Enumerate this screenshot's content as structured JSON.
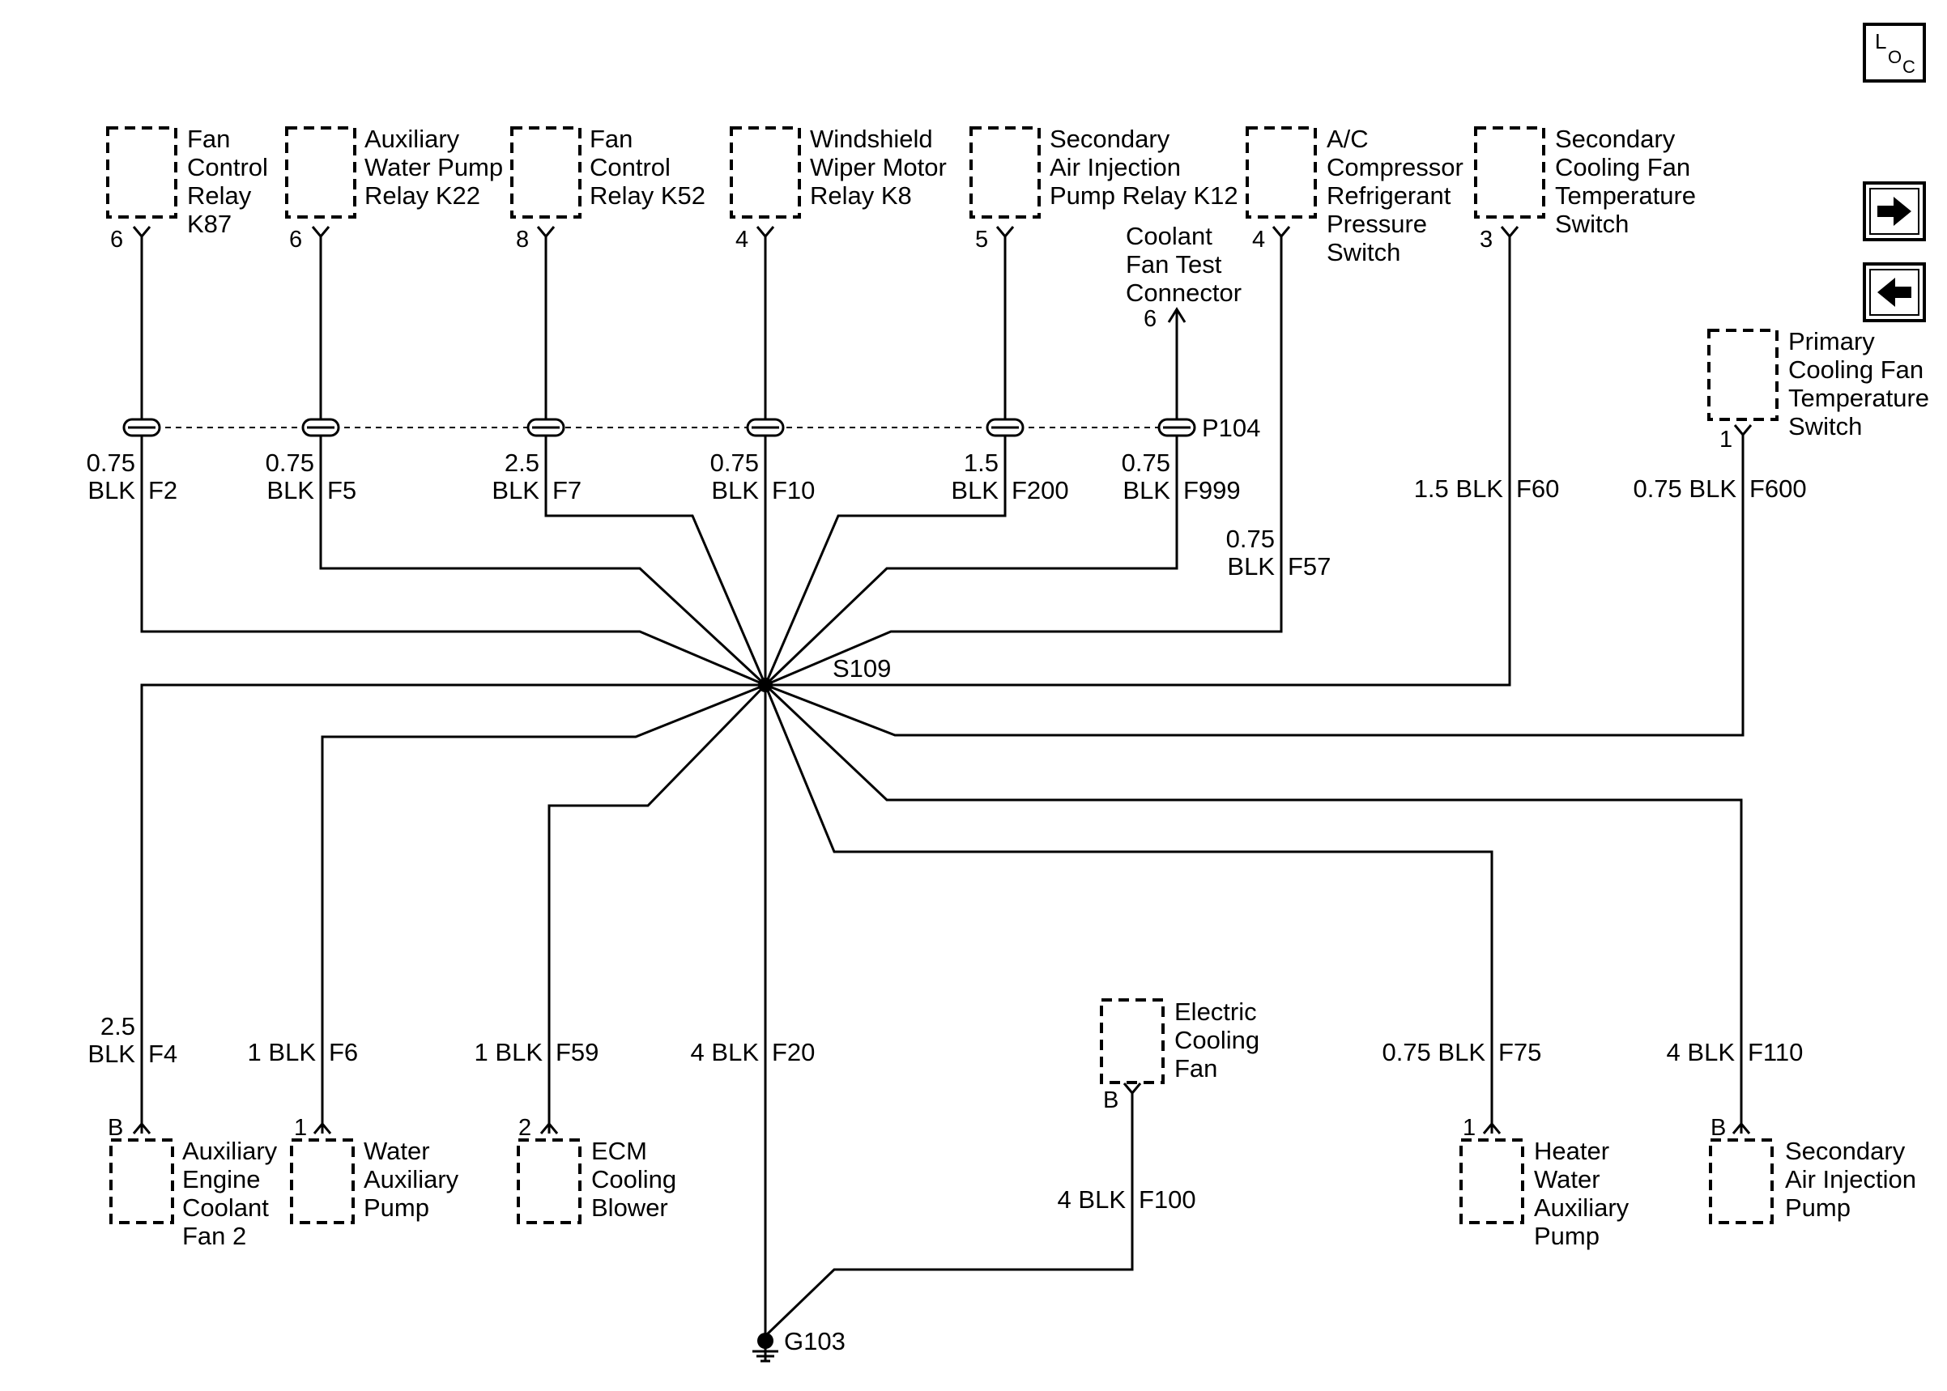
{
  "diagram": {
    "components": [
      {
        "id": "fcr-k87",
        "lines": [
          "Fan",
          "Control",
          "Relay",
          "K87"
        ],
        "pin": "6"
      },
      {
        "id": "awp-k22",
        "lines": [
          "Auxiliary",
          "Water Pump",
          "Relay K22"
        ],
        "pin": "6"
      },
      {
        "id": "fcr-k52",
        "lines": [
          "Fan",
          "Control",
          "Relay K52"
        ],
        "pin": "8"
      },
      {
        "id": "wwm-k8",
        "lines": [
          "Windshield",
          "Wiper Motor",
          "Relay K8"
        ],
        "pin": "4"
      },
      {
        "id": "saip-k12",
        "lines": [
          "Secondary",
          "Air Injection",
          "Pump Relay K12"
        ],
        "pin": "5"
      },
      {
        "id": "ac-switch",
        "lines": [
          "A/C",
          "Compressor",
          "Refrigerant",
          "Pressure",
          "Switch"
        ],
        "pin": "4"
      },
      {
        "id": "scf-switch",
        "lines": [
          "Secondary",
          "Cooling Fan",
          "Temperature",
          "Switch"
        ],
        "pin": "3"
      },
      {
        "id": "pcf-switch",
        "lines": [
          "Primary",
          "Cooling Fan",
          "Temperature",
          "Switch"
        ],
        "pin": "1"
      },
      {
        "id": "aecf2",
        "lines": [
          "Auxiliary",
          "Engine",
          "Coolant",
          "Fan 2"
        ],
        "pin": "B"
      },
      {
        "id": "wap",
        "lines": [
          "Water",
          "Auxiliary",
          "Pump"
        ],
        "pin": "1"
      },
      {
        "id": "ecm-blower",
        "lines": [
          "ECM",
          "Cooling",
          "Blower"
        ],
        "pin": "2"
      },
      {
        "id": "ecf",
        "lines": [
          "Electric",
          "Cooling",
          "Fan"
        ],
        "pin": "B"
      },
      {
        "id": "hwap",
        "lines": [
          "Heater",
          "Water",
          "Auxiliary",
          "Pump"
        ],
        "pin": "1"
      },
      {
        "id": "saip",
        "lines": [
          "Secondary",
          "Air Injection",
          "Pump"
        ],
        "pin": "B"
      }
    ],
    "test_connector": {
      "lines": [
        "Coolant",
        "Fan Test",
        "Connector"
      ],
      "pin": "6"
    },
    "wires": [
      {
        "id": "f2",
        "lines": [
          "0.75",
          "BLK"
        ],
        "circuit": "F2"
      },
      {
        "id": "f5",
        "lines": [
          "0.75",
          "BLK"
        ],
        "circuit": "F5"
      },
      {
        "id": "f7",
        "lines": [
          "2.5",
          "BLK"
        ],
        "circuit": "F7"
      },
      {
        "id": "f10",
        "lines": [
          "0.75",
          "BLK"
        ],
        "circuit": "F10"
      },
      {
        "id": "f200",
        "lines": [
          "1.5",
          "BLK"
        ],
        "circuit": "F200"
      },
      {
        "id": "f999",
        "lines": [
          "0.75",
          "BLK"
        ],
        "circuit": "F999"
      },
      {
        "id": "f57",
        "lines": [
          "0.75",
          "BLK"
        ],
        "circuit": "F57"
      },
      {
        "id": "f60",
        "lines": [
          "1.5 BLK"
        ],
        "circuit": "F60"
      },
      {
        "id": "f600",
        "lines": [
          "0.75 BLK"
        ],
        "circuit": "F600"
      },
      {
        "id": "f4",
        "lines": [
          "2.5",
          "BLK"
        ],
        "circuit": "F4"
      },
      {
        "id": "f6",
        "lines": [
          "1 BLK"
        ],
        "circuit": "F6"
      },
      {
        "id": "f59",
        "lines": [
          "1 BLK"
        ],
        "circuit": "F59"
      },
      {
        "id": "f20",
        "lines": [
          "4 BLK"
        ],
        "circuit": "F20"
      },
      {
        "id": "f100",
        "lines": [
          "4 BLK"
        ],
        "circuit": "F100"
      },
      {
        "id": "f75",
        "lines": [
          "0.75 BLK"
        ],
        "circuit": "F75"
      },
      {
        "id": "f110",
        "lines": [
          "4 BLK"
        ],
        "circuit": "F110"
      }
    ],
    "connector": "P104",
    "splice": "S109",
    "ground": "G103",
    "loc_icon": {
      "main": "L",
      "sub1": "O",
      "sub2": "C"
    },
    "nav_next": "arrow-right-icon",
    "nav_prev": "arrow-left-icon"
  }
}
